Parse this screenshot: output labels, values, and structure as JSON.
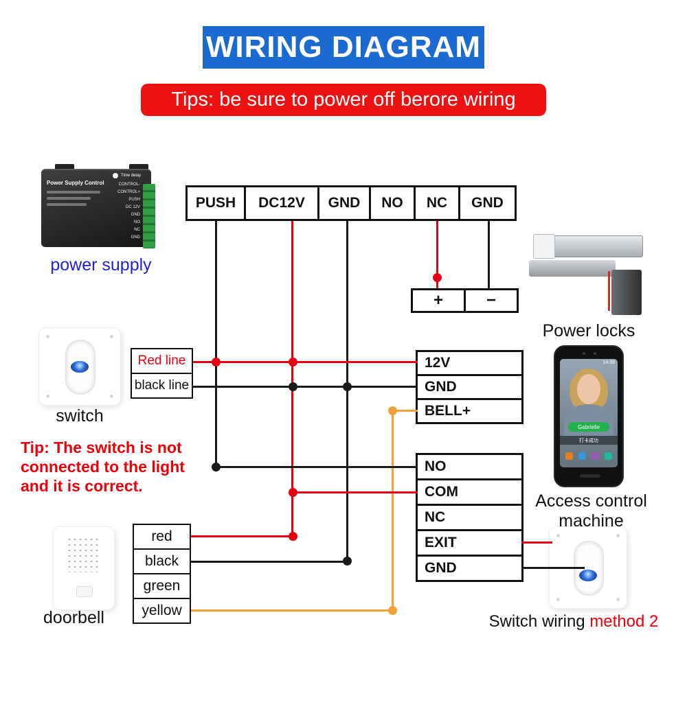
{
  "header": {
    "title": "WIRING DIAGRAM"
  },
  "tips": {
    "text": "Tips: be sure to power off berore wiring"
  },
  "colors": {
    "banner_blue": "#1b6ad1",
    "banner_red": "#ee1111",
    "wire_red": "#e60012",
    "wire_black": "#1a1a1a",
    "wire_orange": "#f0a13a",
    "label_blue": "#2121d6",
    "note_red": "#e8000b"
  },
  "power_supply": {
    "label": "power supply",
    "face_title": "Power Supply Control",
    "time_label": "Time delay",
    "pins": [
      "CONTROL-",
      "CONTROL+",
      "PUSH",
      "DC 12V",
      "GND",
      "NO",
      "NC",
      "GND"
    ]
  },
  "terminal_row": [
    "PUSH",
    "DC12V",
    "GND",
    "NO",
    "NC",
    "GND"
  ],
  "lock": {
    "label": "Power locks",
    "terminals": [
      "+",
      "−"
    ]
  },
  "switch1": {
    "label": "switch",
    "lines": [
      "Red line",
      "black line"
    ]
  },
  "note": {
    "lines": [
      "Tip: The switch is not",
      "connected to the light",
      "and it is correct."
    ]
  },
  "machine": {
    "label": "Access control machine",
    "top_terminals": [
      "12V",
      "GND",
      "BELL+"
    ],
    "bottom_terminals": [
      "NO",
      "COM",
      "NC",
      "EXIT",
      "GND"
    ],
    "screen": {
      "time": "14:39",
      "name": "Gabrielle",
      "status": "打卡成功"
    }
  },
  "doorbell": {
    "label": "doorbell",
    "wires": [
      "red",
      "black",
      "green",
      "yellow"
    ]
  },
  "switch2": {
    "label_prefix": "Switch wiring ",
    "label_highlight": "method 2"
  }
}
